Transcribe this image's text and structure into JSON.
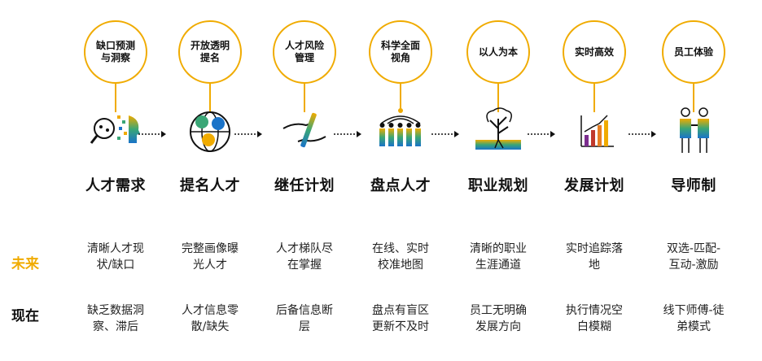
{
  "row_labels": {
    "future": "未来",
    "now": "现在"
  },
  "colors": {
    "accent": "#f0ab00",
    "text": "#111111"
  },
  "columns": [
    {
      "bubble": "缺口预测\n与洞察",
      "icon": "magnifier-face-icon",
      "stage": "人才需求",
      "future": "清晰人才现\n状/缺口",
      "now": "缺乏数据洞\n察、滞后"
    },
    {
      "bubble": "开放透明\n提名",
      "icon": "globe-people-icon",
      "stage": "提名人才",
      "future": "完整画像曝\n光人才",
      "now": "人才信息零\n散/缺失"
    },
    {
      "bubble": "人才风险\n管理",
      "icon": "handover-baton-icon",
      "stage": "继任计划",
      "future": "人才梯队尽\n在掌握",
      "now": "后备信息断\n层"
    },
    {
      "bubble": "科学全面\n视角",
      "icon": "people-network-icon",
      "stage": "盘点人才",
      "future": "在线、实时\n校准地图",
      "now": "盘点有盲区\n更新不及时"
    },
    {
      "bubble": "以人为本",
      "icon": "tree-growth-icon",
      "stage": "职业规划",
      "future": "清晰的职业\n生涯通道",
      "now": "员工无明确\n发展方向"
    },
    {
      "bubble": "实时高效",
      "icon": "bar-chart-icon",
      "stage": "发展计划",
      "future": "实时追踪落\n地",
      "now": "执行情况空\n白模糊"
    },
    {
      "bubble": "员工体验",
      "icon": "mentor-pair-icon",
      "stage": "导师制",
      "future": "双选-匹配-\n互动-激励",
      "now": "线下师傅-徒\n弟模式"
    }
  ]
}
